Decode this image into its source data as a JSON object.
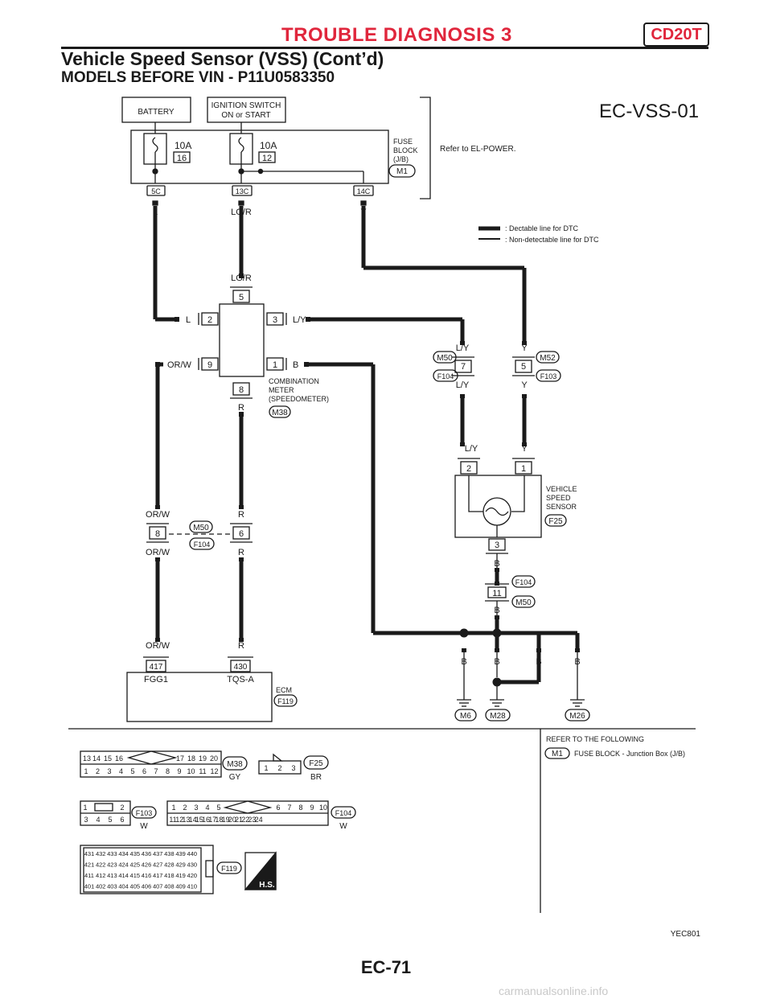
{
  "header": {
    "section": "TROUBLE DIAGNOSIS 3",
    "engine_code": "CD20T",
    "subtitle": "Vehicle Speed Sensor (VSS) (Cont’d)"
  },
  "section_title": "MODELS BEFORE VIN - P11U0583350",
  "diagram": {
    "id": "EC-VSS-01",
    "power": {
      "battery": "BATTERY",
      "ignition_line1": "IGNITION SWITCH",
      "ignition_line2": "ON or START",
      "fuse1_amp": "10A",
      "fuse1_no": "16",
      "fuse2_amp": "10A",
      "fuse2_no": "12",
      "block_line1": "FUSE",
      "block_line2": "BLOCK",
      "block_line3": "(J/B)",
      "block_connector": "M1",
      "refer": "Refer to EL-POWER.",
      "term1": "5C",
      "term2": "13C",
      "term3": "14C"
    },
    "legend": {
      "detectable": ": Dectable line for DTC",
      "non_detectable": ": Non-detectable line for DTC"
    },
    "wires": {
      "l": "L",
      "lgr": "LG/R",
      "y": "Y",
      "ly": "L/Y",
      "orw": "OR/W",
      "b": "B",
      "r": "R"
    },
    "meter": {
      "line1": "COMBINATION",
      "line2": "METER",
      "line3": "(SPEEDOMETER)",
      "connector": "M38",
      "pin_top": "5",
      "pin_l": "2",
      "pin_r": "3",
      "pin_l2": "9",
      "pin_r2": "1",
      "pin_bottom": "8"
    },
    "joint": {
      "m50": "M50",
      "f104": "F104",
      "m52": "M52",
      "f103": "F103",
      "pin7": "7",
      "pin5": "5",
      "pin8": "8",
      "pin6": "6",
      "pin11": "11"
    },
    "vss": {
      "line1": "VEHICLE",
      "line2": "SPEED",
      "line3": "SENSOR",
      "connector": "F25",
      "pin2": "2",
      "pin1": "1",
      "pin3": "3"
    },
    "ecm": {
      "label": "ECM",
      "connector": "F119",
      "pin417": "417",
      "pin430": "430",
      "fgg1": "FGG1",
      "tqsa": "TQS-A"
    },
    "grounds": {
      "m6": "M6",
      "m28": "M28",
      "m26": "M26"
    }
  },
  "refer_following": {
    "title": "REFER TO THE FOLLOWING",
    "connector": "M1",
    "text": "FUSE BLOCK - Junction Box (J/B)"
  },
  "connectors": {
    "m38": {
      "name": "M38",
      "color": "GY",
      "top": [
        "13",
        "14",
        "15",
        "16",
        "17",
        "18",
        "19",
        "20"
      ],
      "bottom": [
        "1",
        "2",
        "3",
        "4",
        "5",
        "6",
        "7",
        "8",
        "9",
        "10",
        "11",
        "12"
      ]
    },
    "f25": {
      "name": "F25",
      "color": "BR",
      "pins": [
        "1",
        "2",
        "3"
      ]
    },
    "f103": {
      "name": "F103",
      "color": "W",
      "top": [
        "1",
        "2"
      ],
      "bottom": [
        "3",
        "4",
        "5",
        "6"
      ]
    },
    "f104": {
      "name": "F104",
      "color": "W",
      "top": [
        "1",
        "2",
        "3",
        "4",
        "5",
        "6",
        "7",
        "8",
        "9",
        "10"
      ],
      "bottom": [
        "11",
        "12",
        "13",
        "14",
        "15",
        "16",
        "17",
        "18",
        "19",
        "20",
        "21",
        "22",
        "23",
        "24"
      ]
    },
    "f119": {
      "name": "F119",
      "hs_label": "H.S.",
      "rows": [
        [
          "431",
          "432",
          "433",
          "434",
          "435",
          "436",
          "437",
          "438",
          "439",
          "440"
        ],
        [
          "421",
          "422",
          "423",
          "424",
          "425",
          "426",
          "427",
          "428",
          "429",
          "430"
        ],
        [
          "411",
          "412",
          "413",
          "414",
          "415",
          "416",
          "417",
          "418",
          "419",
          "420"
        ],
        [
          "401",
          "402",
          "403",
          "404",
          "405",
          "406",
          "407",
          "408",
          "409",
          "410"
        ]
      ]
    }
  },
  "figure_code": "YEC801",
  "page_number": "EC-71",
  "watermark": "carmanualsonline.info"
}
